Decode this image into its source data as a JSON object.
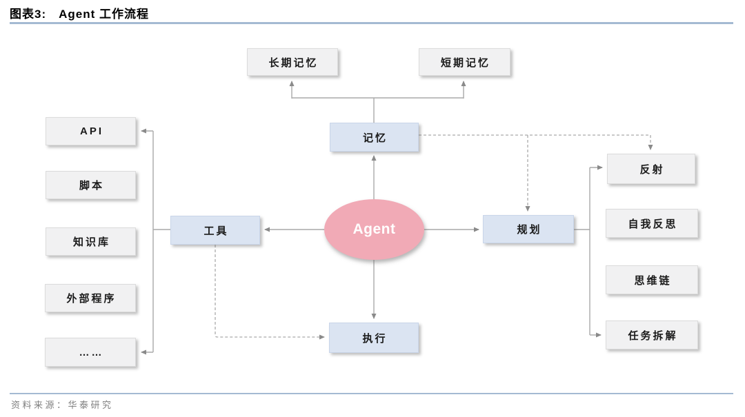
{
  "header": {
    "title_prefix": "图表3:",
    "title": "Agent 工作流程"
  },
  "footer": {
    "source": "资料来源：华泰研究"
  },
  "colors": {
    "divider_blue": "#a4bad2",
    "hub_fill": "#dbe4f2",
    "hub_border": "#c9d5e9",
    "leaf_fill": "#f1f1f2",
    "agent_fill": "#f1aab6",
    "agent_text": "#ffffff",
    "connector_gray": "#a9a9a9",
    "source_text": "#808080"
  },
  "diagram": {
    "agent": {
      "label": "Agent"
    },
    "memory": {
      "label": "记忆"
    },
    "long_term": {
      "label": "长期记忆"
    },
    "short_term": {
      "label": "短期记忆"
    },
    "tools": {
      "label": "工具"
    },
    "tool_items": {
      "api": {
        "label": "API"
      },
      "script": {
        "label": "脚本"
      },
      "knowledge_base": {
        "label": "知识库"
      },
      "external_program": {
        "label": "外部程序"
      },
      "ellipsis": {
        "label": "……"
      }
    },
    "planning": {
      "label": "规划"
    },
    "planning_items": {
      "reflection": {
        "label": "反射"
      },
      "self_reflection": {
        "label": "自我反思"
      },
      "chain_of_thought": {
        "label": "思维链"
      },
      "task_decomposition": {
        "label": "任务拆解"
      }
    },
    "execution": {
      "label": "执行"
    }
  }
}
